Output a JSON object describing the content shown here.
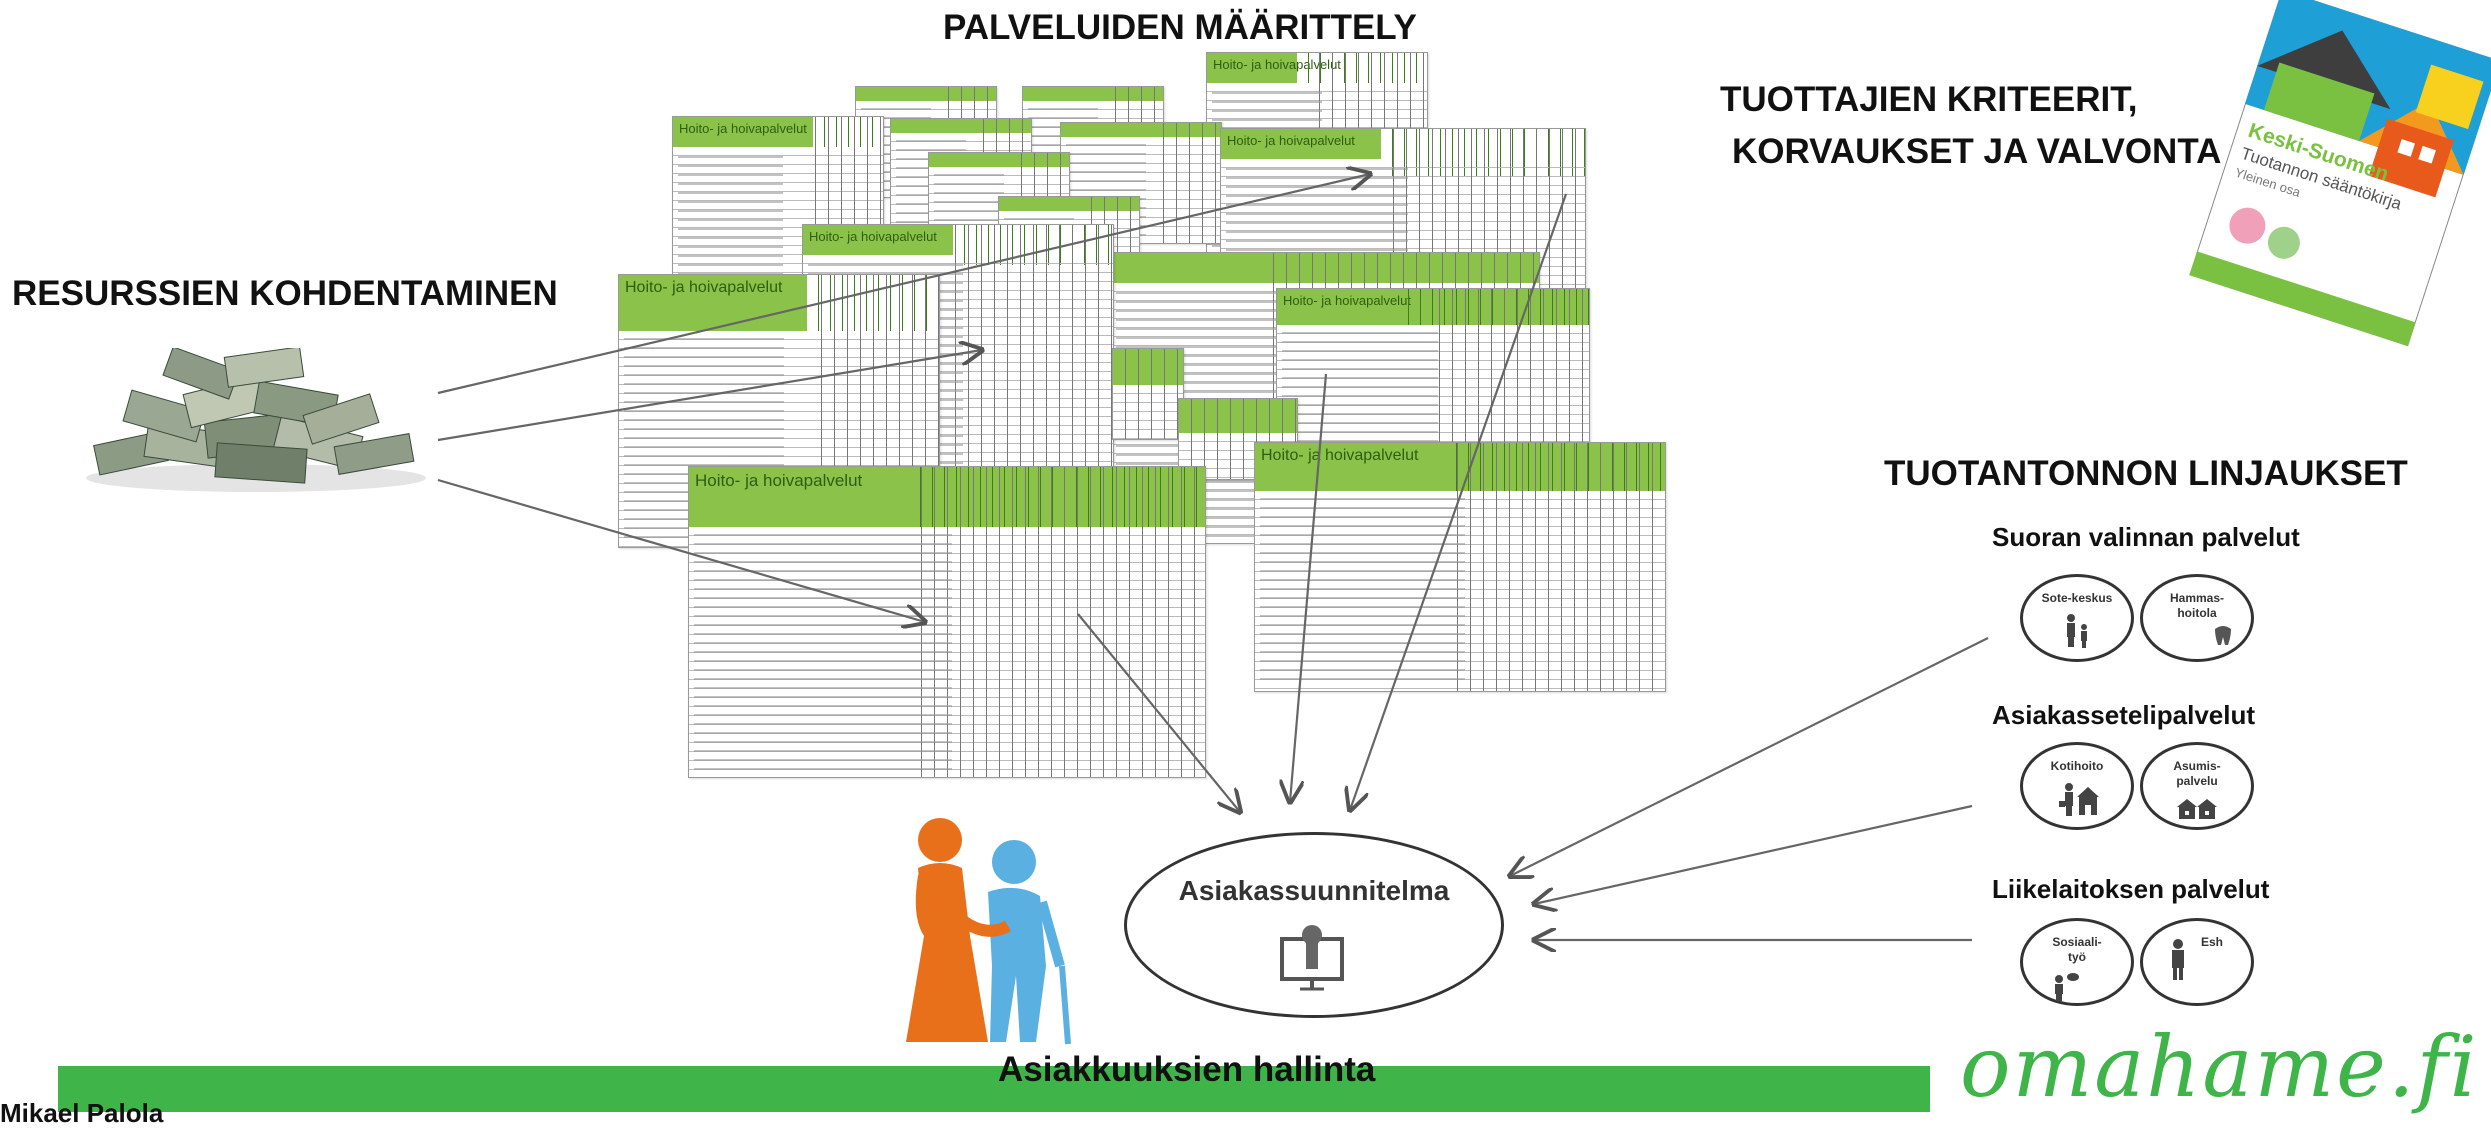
{
  "titles": {
    "palveluiden": "PALVELUIDEN MÄÄRITTELY",
    "tuottajien_line1": "TUOTTAJIEN KRITEERIT,",
    "tuottajien_line2": "KORVAUKSET JA VALVONTA",
    "resurssien": "RESURSSIEN KOHDENTAMINEN",
    "linjaukset": "TUOTANTONNON LINJAUKSET"
  },
  "groups": [
    {
      "label": "Suoran valinnan palvelut",
      "items": [
        "Sote-keskus",
        "Hammas-\nhoitola"
      ]
    },
    {
      "label": "Asiakassetelipalvelut",
      "items": [
        "Kotihoito",
        "Asumis-\npalvelu"
      ]
    },
    {
      "label": "Liikelaitoksen palvelut",
      "items": [
        "Sosiaali-\ntyö",
        "Esh"
      ]
    }
  ],
  "center": {
    "label": "Asiakassuunnitelma"
  },
  "bottom": {
    "label": "Asiakkuuksien hallinta"
  },
  "author": "Mikael Palola",
  "logo": "omahame.fi",
  "book": {
    "title": "Keski-Suomen",
    "subtitle_line1": "Tuotannon sääntökirja",
    "subtitle_line2": "Yleinen osa"
  },
  "sheet_header": "Hoito- ja hoivapalvelut",
  "colors": {
    "sheet_header": "#8bc34a",
    "bar": "#3fb549",
    "orange": "#e8701a",
    "blue": "#5ab0e0"
  }
}
